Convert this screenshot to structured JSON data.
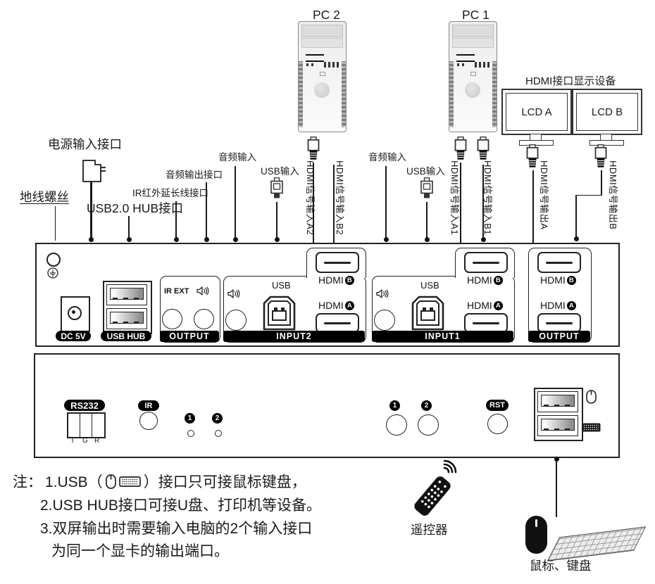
{
  "top": {
    "pc2_label": "PC 2",
    "pc1_label": "PC 1",
    "display_title": "HDMI接口显示设备",
    "lcd_a": "LCD A",
    "lcd_b": "LCD B"
  },
  "leaders": {
    "power": "电源输入接口",
    "ground": "地线螺丝",
    "usb_hub": "USB2.0 HUB接口",
    "ir_ext": "IR红外延长线接口",
    "audio_out": "音频输出接口",
    "audio_in_2": "音频输入",
    "usb_in_2": "USB输入",
    "hdmi_in_a2": "HDMI信号输入A2",
    "hdmi_in_b2": "HDMI信号输入B2",
    "audio_in_1": "音频输入",
    "usb_in_1": "USB输入",
    "hdmi_in_a1": "HDMI信号输入A1",
    "hdmi_in_b1": "HDMI信号输入B1",
    "hdmi_out_a": "HDMI信号输出A",
    "hdmi_out_b": "HDMI信号输出B"
  },
  "rear_panel": {
    "dc_label": "DC 5V",
    "usb_hub_label": "USB HUB",
    "audio_section_label": "OUTPUT",
    "ir_ext_label": "IR EXT",
    "input2_label": "INPUT2",
    "input1_label": "INPUT1",
    "output_label": "OUTPUT",
    "usb_label": "USB",
    "hdmi_label": "HDMI",
    "port_a": "A",
    "port_b": "B"
  },
  "front_panel": {
    "rs232_label": "RS232",
    "pin_labels": [
      "T",
      "G",
      "R"
    ],
    "ir_label": "IR",
    "led_1": "1",
    "led_2": "2",
    "btn_1": "1",
    "btn_2": "2",
    "rst_label": "RST"
  },
  "notes": {
    "prefix": "注：",
    "line1_pre": "1.USB（",
    "line1_post": "）接口只可接鼠标键盘，",
    "line2": "2.USB HUB接口可接U盘、打印机等设备。",
    "line3": "3.双屏输出时需要输入电脑的2个输入接口",
    "line4": "为同一个显卡的输出端口。"
  },
  "bottom": {
    "remote_label": "遥控器",
    "mouse_kb_label": "鼠标、键盘"
  },
  "colors": {
    "line": "#1a1a1a",
    "label_bg": "#000000",
    "panel_bg": "#ffffff"
  }
}
